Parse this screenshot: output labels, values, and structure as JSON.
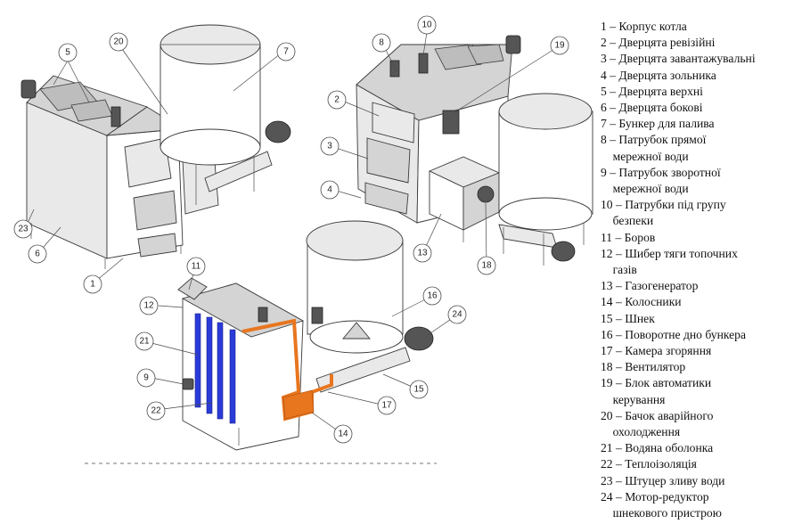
{
  "legend": [
    {
      "num": "1",
      "text": "– Корпус котла"
    },
    {
      "num": "2",
      "text": "– Дверцята ревізійні"
    },
    {
      "num": "3",
      "text": "– Дверцята завантажувальні"
    },
    {
      "num": "4",
      "text": "– Дверцята зольника"
    },
    {
      "num": "5",
      "text": "– Дверцята верхні"
    },
    {
      "num": "6",
      "text": "– Дверцята бокові"
    },
    {
      "num": "7",
      "text": "– Бункер для палива"
    },
    {
      "num": "8",
      "text": "– Патрубок прямої\n    мережної води"
    },
    {
      "num": "9",
      "text": "– Патрубок зворотної\n    мережної води"
    },
    {
      "num": "10",
      "text": "– Патрубки під групу\n    безпеки"
    },
    {
      "num": "11",
      "text": "– Боров"
    },
    {
      "num": "12",
      "text": "– Шибер тяги топочних\n    газів"
    },
    {
      "num": "13",
      "text": "– Газогенератор"
    },
    {
      "num": "14",
      "text": "– Колосники"
    },
    {
      "num": "15",
      "text": "– Шнек"
    },
    {
      "num": "16",
      "text": "– Поворотне дно бункера"
    },
    {
      "num": "17",
      "text": "– Камера згоряння"
    },
    {
      "num": "18",
      "text": "– Вентилятор"
    },
    {
      "num": "19",
      "text": "– Блок автоматики\n    керування"
    },
    {
      "num": "20",
      "text": "– Бачок аварійного\n    охолодження"
    },
    {
      "num": "21",
      "text": "– Водяна оболонка"
    },
    {
      "num": "22",
      "text": "– Теплоізоляція"
    },
    {
      "num": "23",
      "text": "– Штуцер зливу води"
    },
    {
      "num": "24",
      "text": "– Мотор-редуктор\n    шнекового пристрою"
    }
  ],
  "callouts": {
    "c1": "1",
    "c2": "2",
    "c3": "3",
    "c4": "4",
    "c5": "5",
    "c6": "6",
    "c7": "7",
    "c8": "8",
    "c9": "9",
    "c10": "10",
    "c11": "11",
    "c12": "12",
    "c13": "13",
    "c14": "14",
    "c15": "15",
    "c16": "16",
    "c17": "17",
    "c18": "18",
    "c19": "19",
    "c20": "20",
    "c21": "21",
    "c22": "22",
    "c23": "23",
    "c24": "24"
  },
  "colors": {
    "water_jacket": "#2a3bd8",
    "combustion_chamber": "#e8761f",
    "insulation": "#ffffff",
    "outline": "#3a3a3a"
  }
}
